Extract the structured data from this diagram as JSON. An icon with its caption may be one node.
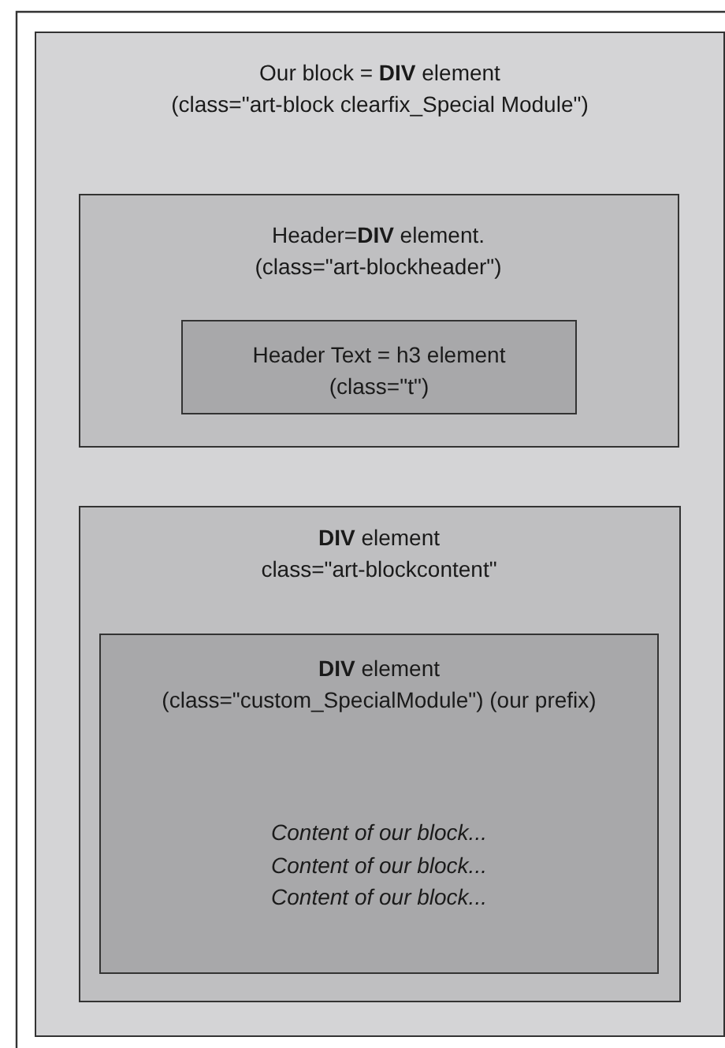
{
  "diagram": {
    "nodes": [
      {
        "text": [
          "Our block = **DIV** element",
          "(class=\"art-block clearfix_Special Module\")"
        ]
      },
      {
        "text": [
          "Header=**DIV** element.",
          "(class=\"art-blockheader\")"
        ],
        "in": 0
      },
      {
        "text": [
          "Header Text = h3 element",
          "(class=\"t\")"
        ],
        "in": 1
      },
      {
        "text": [
          "**DIV** element",
          "class=\"art-blockcontent\""
        ],
        "in": 0
      },
      {
        "text": [
          "**DIV** element",
          "(class=\"custom_SpecialModule\") (our prefix)",
          "Content of our block...",
          "Content of our block...",
          "Content of our block..."
        ],
        "in": 3
      }
    ]
  }
}
